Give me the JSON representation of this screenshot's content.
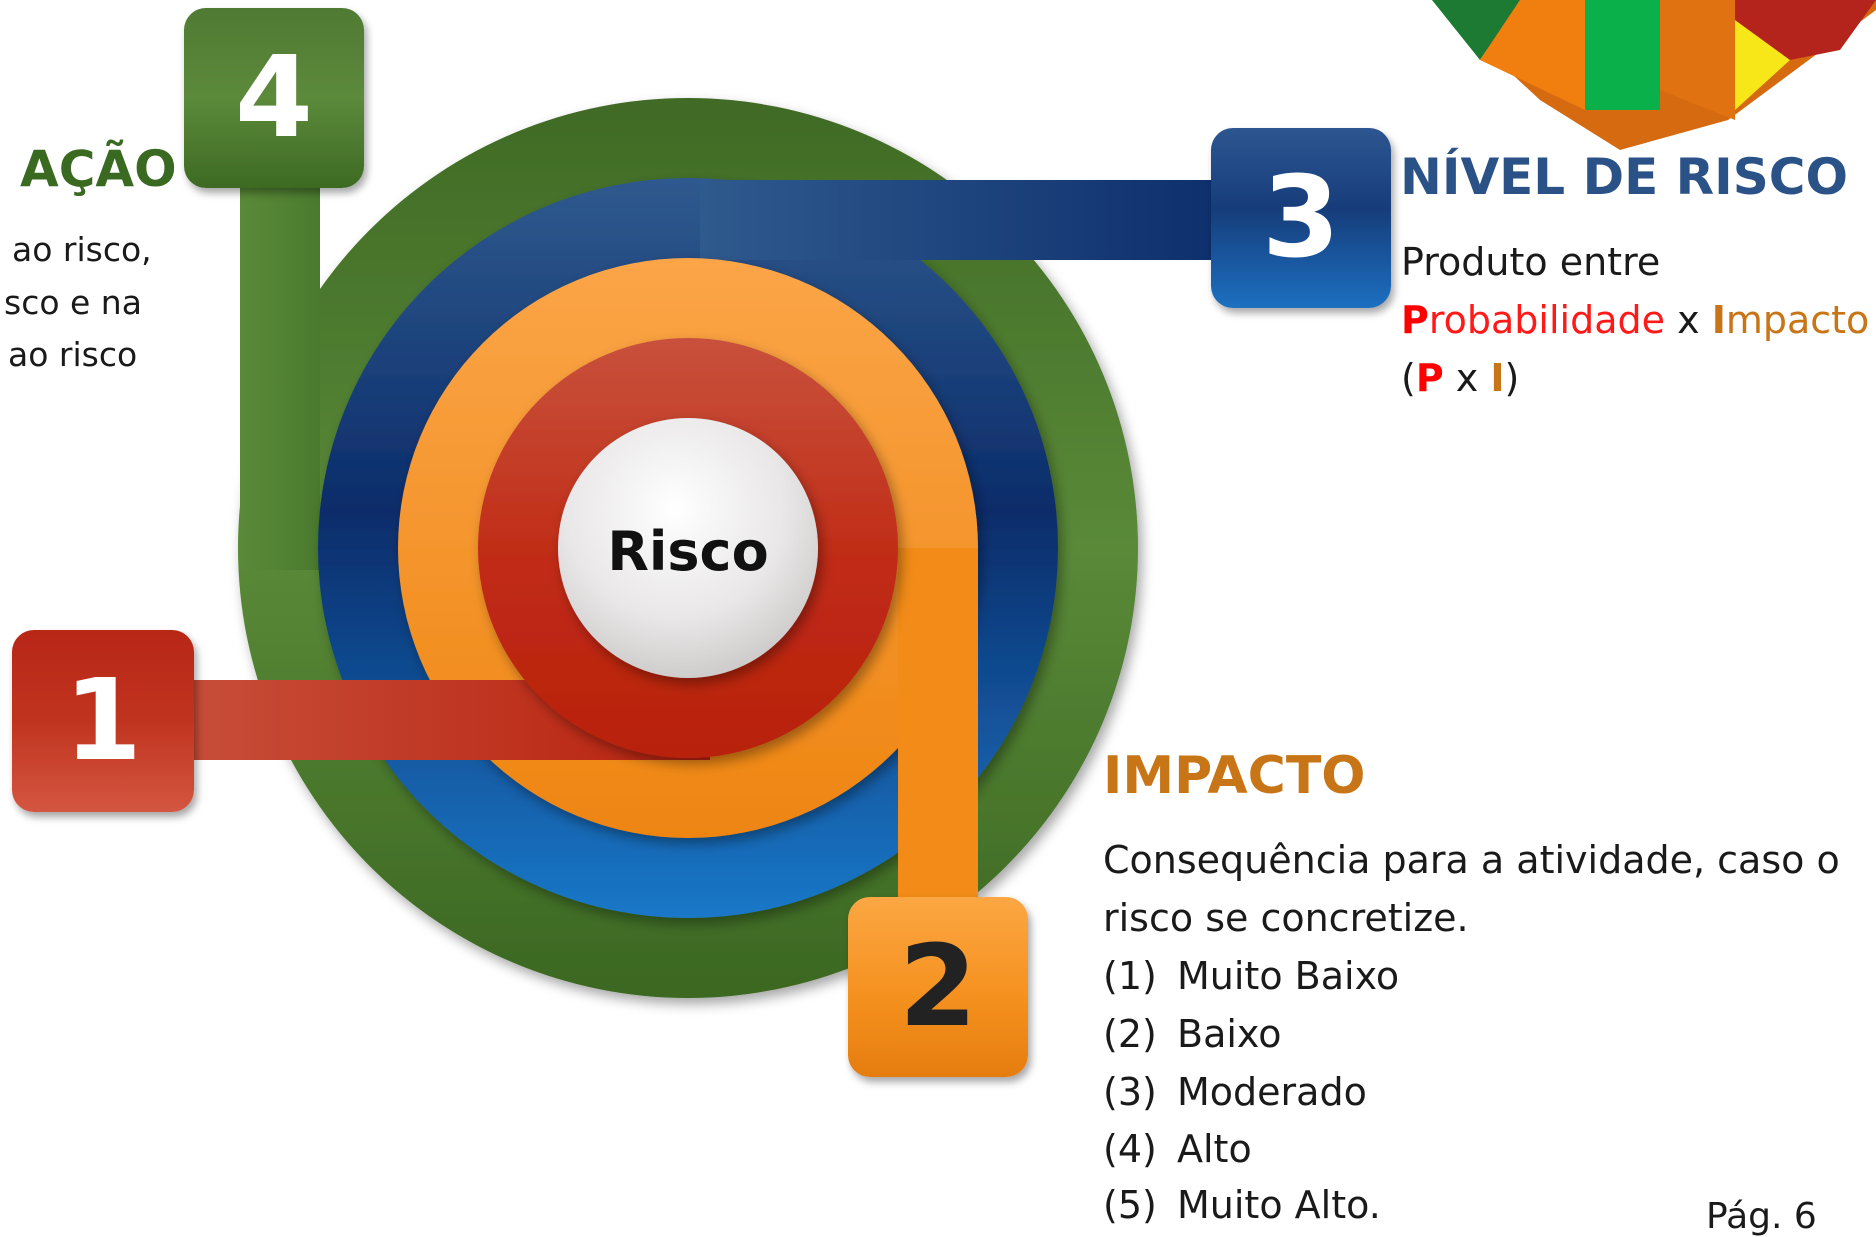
{
  "center_label": "Risco",
  "steps": [
    {
      "number": "1"
    },
    {
      "number": "2"
    },
    {
      "number": "3"
    },
    {
      "number": "4"
    }
  ],
  "acao": {
    "title": "AÇÃO",
    "lines": [
      "ao  risco,",
      "sco   e   na",
      "ao risco"
    ]
  },
  "nivel_de_risco": {
    "title": "NÍVEL DE RISCO",
    "line1": "Produto entre",
    "line2": {
      "p_letter": "P",
      "p_rest": "robabilidade",
      "times": "x",
      "i_letter": "I",
      "i_rest": "mpacto"
    },
    "line3": {
      "open": "(",
      "p": "P",
      "x": "x",
      "i": "I",
      "close": ")"
    }
  },
  "impacto": {
    "title": "IMPACTO",
    "description_line1": "Consequência para a atividade, caso o",
    "description_line2": "risco se concretize.",
    "levels": [
      {
        "code": "(1)",
        "label": "Muito Baixo"
      },
      {
        "code": "(2)",
        "label": "Baixo"
      },
      {
        "code": "(3)",
        "label": "Moderado"
      },
      {
        "code": "(4)",
        "label": "Alto"
      },
      {
        "code": "(5)",
        "label": "Muito Alto."
      }
    ]
  },
  "page_number": "Pág. 6",
  "colors": {
    "green": "#4a7a2e",
    "blue": "#0b3a7a",
    "orange": "#f5921e",
    "red": "#c0281a",
    "center": "#e8e6e6"
  }
}
